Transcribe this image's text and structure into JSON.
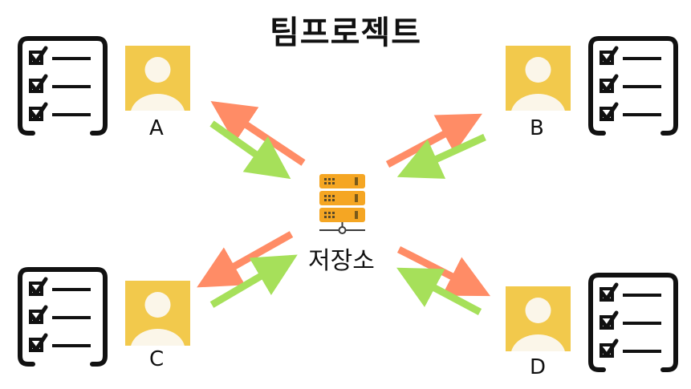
{
  "title": "팀프로젝트",
  "server_label": "저장소",
  "users": [
    {
      "label": "A"
    },
    {
      "label": "B"
    },
    {
      "label": "C"
    },
    {
      "label": "D"
    }
  ],
  "colors": {
    "avatar_bg": "#F2C94C",
    "avatar_figure": "#FBF6E9",
    "arrow_to_user": "#FF8C66",
    "arrow_to_server": "#A6E05A",
    "server_body": "#F5A623",
    "server_dark": "#3A3A3A",
    "ink": "#111111"
  },
  "icons": {
    "checklist": "checklist-icon",
    "user": "user-avatar-icon",
    "server": "server-icon"
  }
}
